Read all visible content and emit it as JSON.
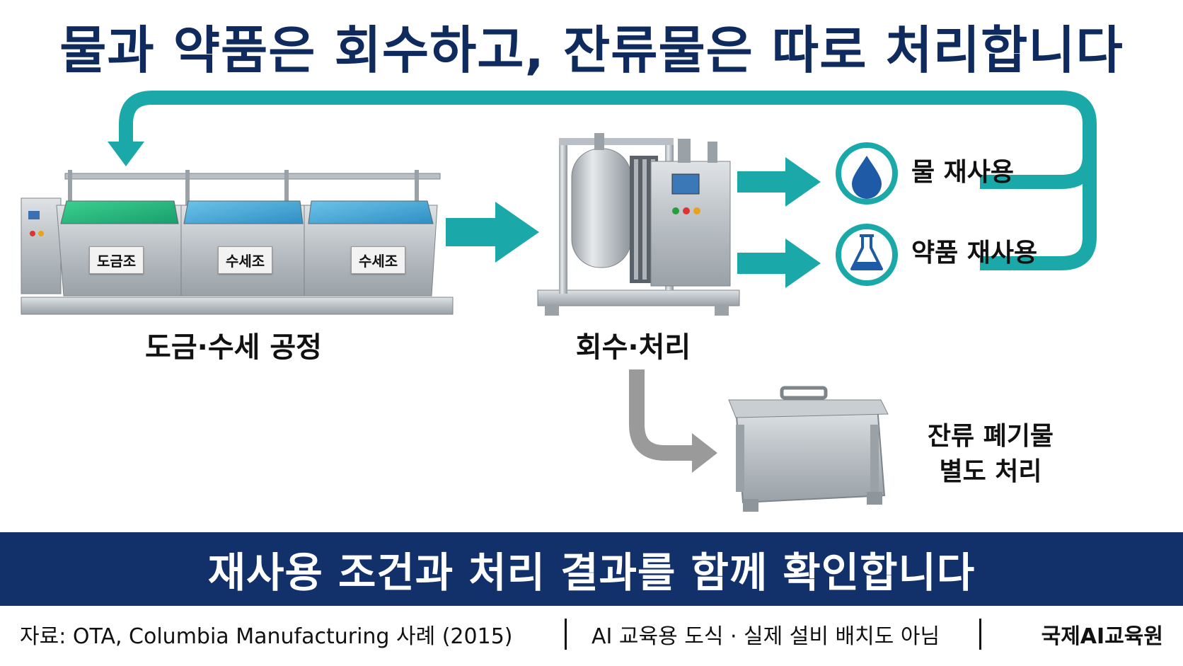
{
  "title": "물과 약품은 회수하고, 잔류물은 따로 처리합니다",
  "process": {
    "label": "도금·수세 공정",
    "tanks": [
      "도금조",
      "수세조",
      "수세조"
    ]
  },
  "recovery": {
    "label": "회수·처리"
  },
  "reuse": {
    "water": {
      "label": "물 재사용",
      "icon": "water-drop-icon"
    },
    "chemical": {
      "label": "약품 재사용",
      "icon": "flask-icon"
    }
  },
  "residue": {
    "line1": "잔류 폐기물",
    "line2": "별도 처리"
  },
  "banner": "재사용 조건과 처리 결과를 함께 확인합니다",
  "footer": {
    "source": "자료: OTA, Columbia Manufacturing 사례 (2015)",
    "note": "AI 교육용 도식 · 실제 설비 배치도 아님",
    "org": "국제AI교육원"
  },
  "colors": {
    "title": "#0f2a5c",
    "accent_teal": "#1aa8a8",
    "banner_bg": "#12306a",
    "waste_arrow": "#9a9a9a"
  }
}
